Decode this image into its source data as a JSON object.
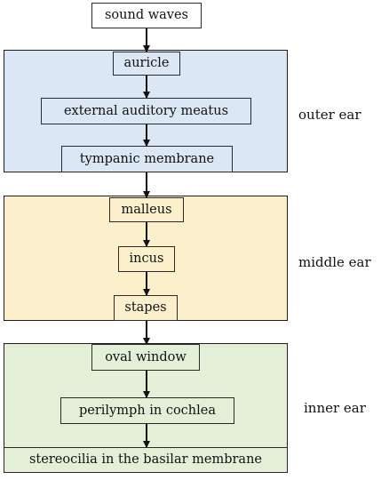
{
  "stages": {
    "sound_waves": "sound waves",
    "auricle": "auricle",
    "external_auditory_meatus": "external auditory meatus",
    "tympanic_membrane": "tympanic membrane",
    "malleus": "malleus",
    "incus": "incus",
    "stapes": "stapes",
    "oval_window": "oval window",
    "perilymph_in_cochlea": "perilymph in cochlea",
    "stereocilia": "stereocilia in the basilar membrane"
  },
  "regions": {
    "outer": "outer ear",
    "middle": "middle ear",
    "inner": "inner ear"
  },
  "colors": {
    "outer_fill": "#dbe7f4",
    "middle_fill": "#fcefcb",
    "inner_fill": "#e3efd7"
  }
}
